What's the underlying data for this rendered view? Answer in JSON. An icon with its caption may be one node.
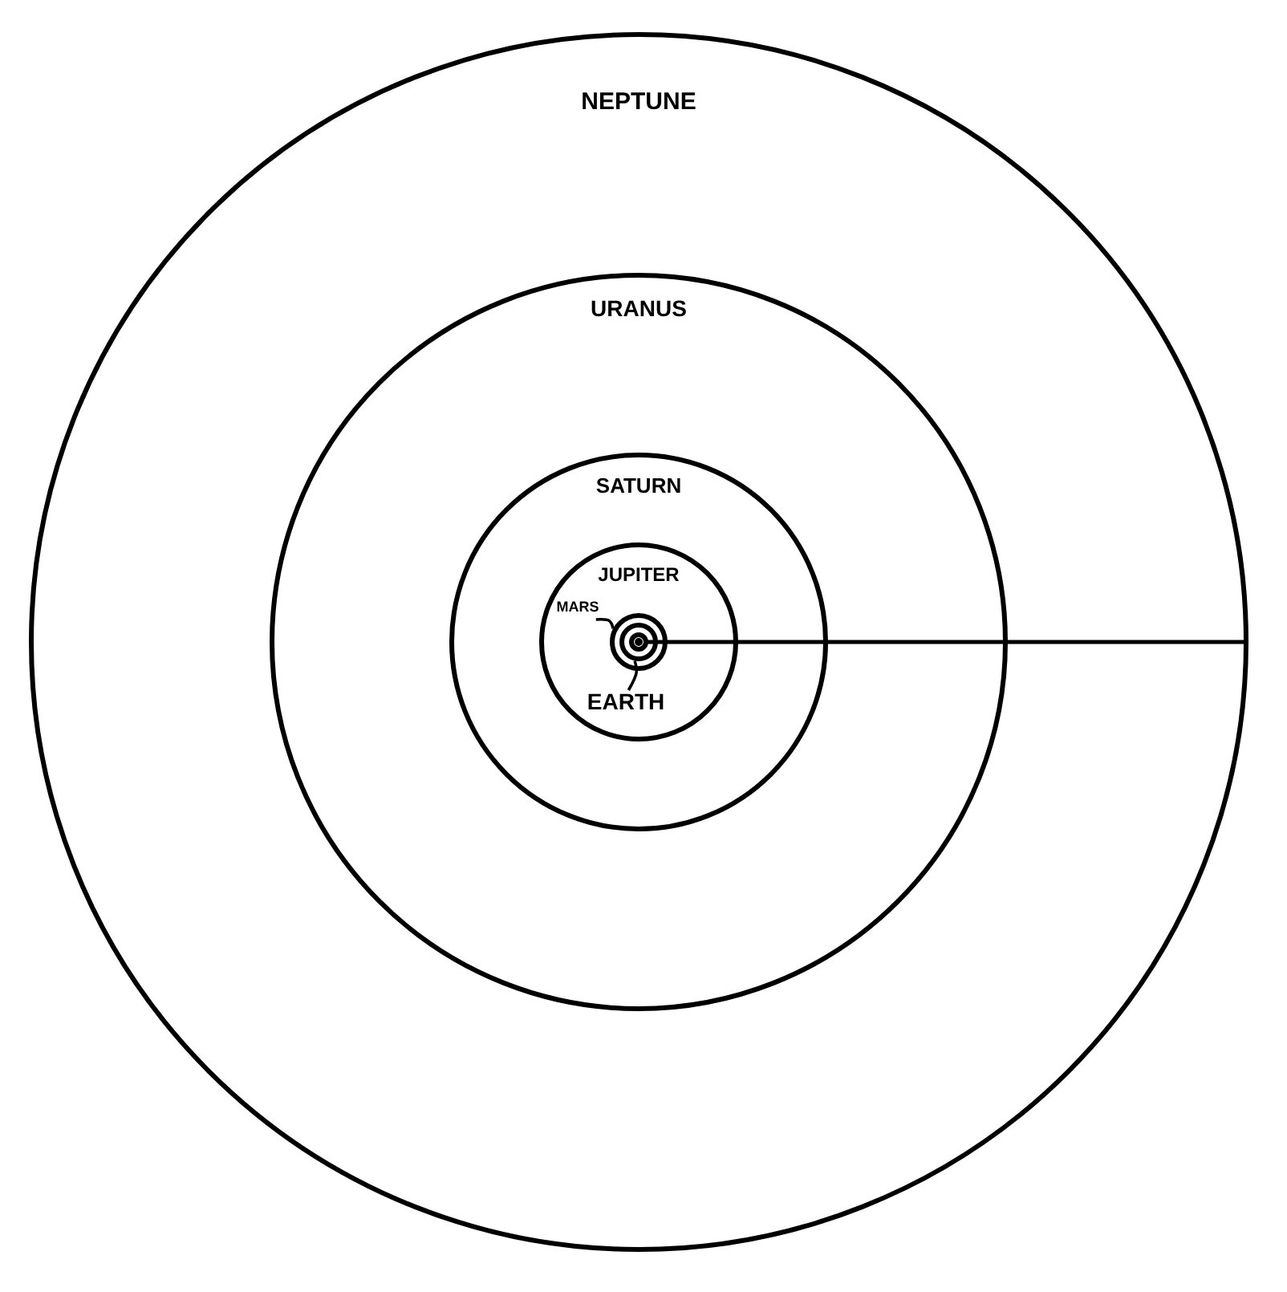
{
  "diagram": {
    "nodes": [
      {
        "text": [
          "NEPTUNE"
        ]
      },
      {
        "text": [
          "URANUS"
        ],
        "in": 0
      },
      {
        "text": [
          "SATURN"
        ],
        "in": 1
      },
      {
        "text": [
          "JUPITER"
        ],
        "in": 2
      },
      {
        "text": [],
        "shape": "circle",
        "in": 3
      },
      {
        "text": [],
        "shape": "circle",
        "in": 4
      },
      {
        "text": [],
        "shape": "circle",
        "in": 5
      },
      {
        "text": [
          "MARS"
        ],
        "in": 3
      },
      {
        "text": [
          "EARTH"
        ],
        "in": 3
      }
    ],
    "edges": [
      {
        "from": 7,
        "to": 4,
        "arrow": "none"
      },
      {
        "from": 8,
        "to": 5,
        "arrow": "none"
      }
    ]
  }
}
